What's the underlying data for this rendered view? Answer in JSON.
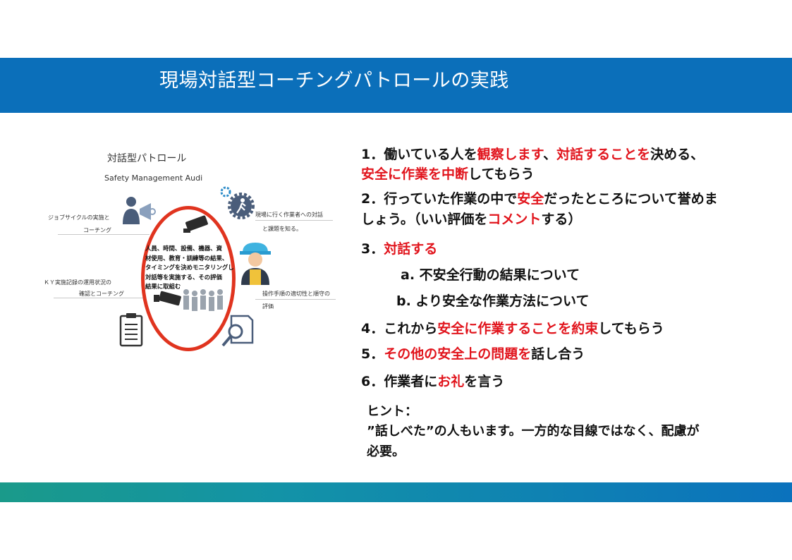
{
  "header": {
    "title": "現場対話型コーチングパトロールの実践"
  },
  "diagram": {
    "title": "対話型パトロール",
    "subtitle": "Safety Management Audi",
    "left_top": [
      "ジョブサイクルの実施と",
      "コーチング"
    ],
    "left_bottom": [
      "ＫＹ実施記録の運用状況の",
      "確認とコーチング"
    ],
    "right_top": [
      "現場に行く作業者への対話",
      "と課題を知る。"
    ],
    "right_bottom": [
      "操作手順の適切性と順守の",
      "評価"
    ],
    "center": [
      "人員、時間、設備、機器、資",
      "材使用、教育・訓練等の結果、",
      "タイミングを決めモニタリングし",
      "対話等を実施する、その評価",
      "結果に取組む"
    ]
  },
  "steps": {
    "s1a": "1．働いている人を",
    "s1b": "観察します",
    "s1c": "、",
    "s1d": "対話することを",
    "s1e": "決める、",
    "s1f": "安全に作業を中断",
    "s1g": "してもらう",
    "s2a": "2．行っていた作業の中で",
    "s2b": "安全",
    "s2c": "だったところについて誉めま",
    "s2d": "しょう。（いい評価を",
    "s2e": "コメント",
    "s2f": "する）",
    "s3a": "3．",
    "s3b": "対話する",
    "s3sub_a": "a. 不安全行動の結果について",
    "s3sub_b": "b. より安全な作業方法について",
    "s4a": "4．これから",
    "s4b": "安全に作業することを約束",
    "s4c": "してもらう",
    "s5a": "5．",
    "s5b": "その他の安全上の問題を",
    "s5c": "話し合う",
    "s6a": "6．作業者に",
    "s6b": "お礼",
    "s6c": "を言う"
  },
  "hint": {
    "label": "ヒント：",
    "line1": "”話しべた”の人もいます。一方的な目線ではなく、配慮が",
    "line2": "必要。"
  },
  "colors": {
    "header": "#0b6fba",
    "accent_red": "#e1141c",
    "ring": "#e0341f"
  }
}
